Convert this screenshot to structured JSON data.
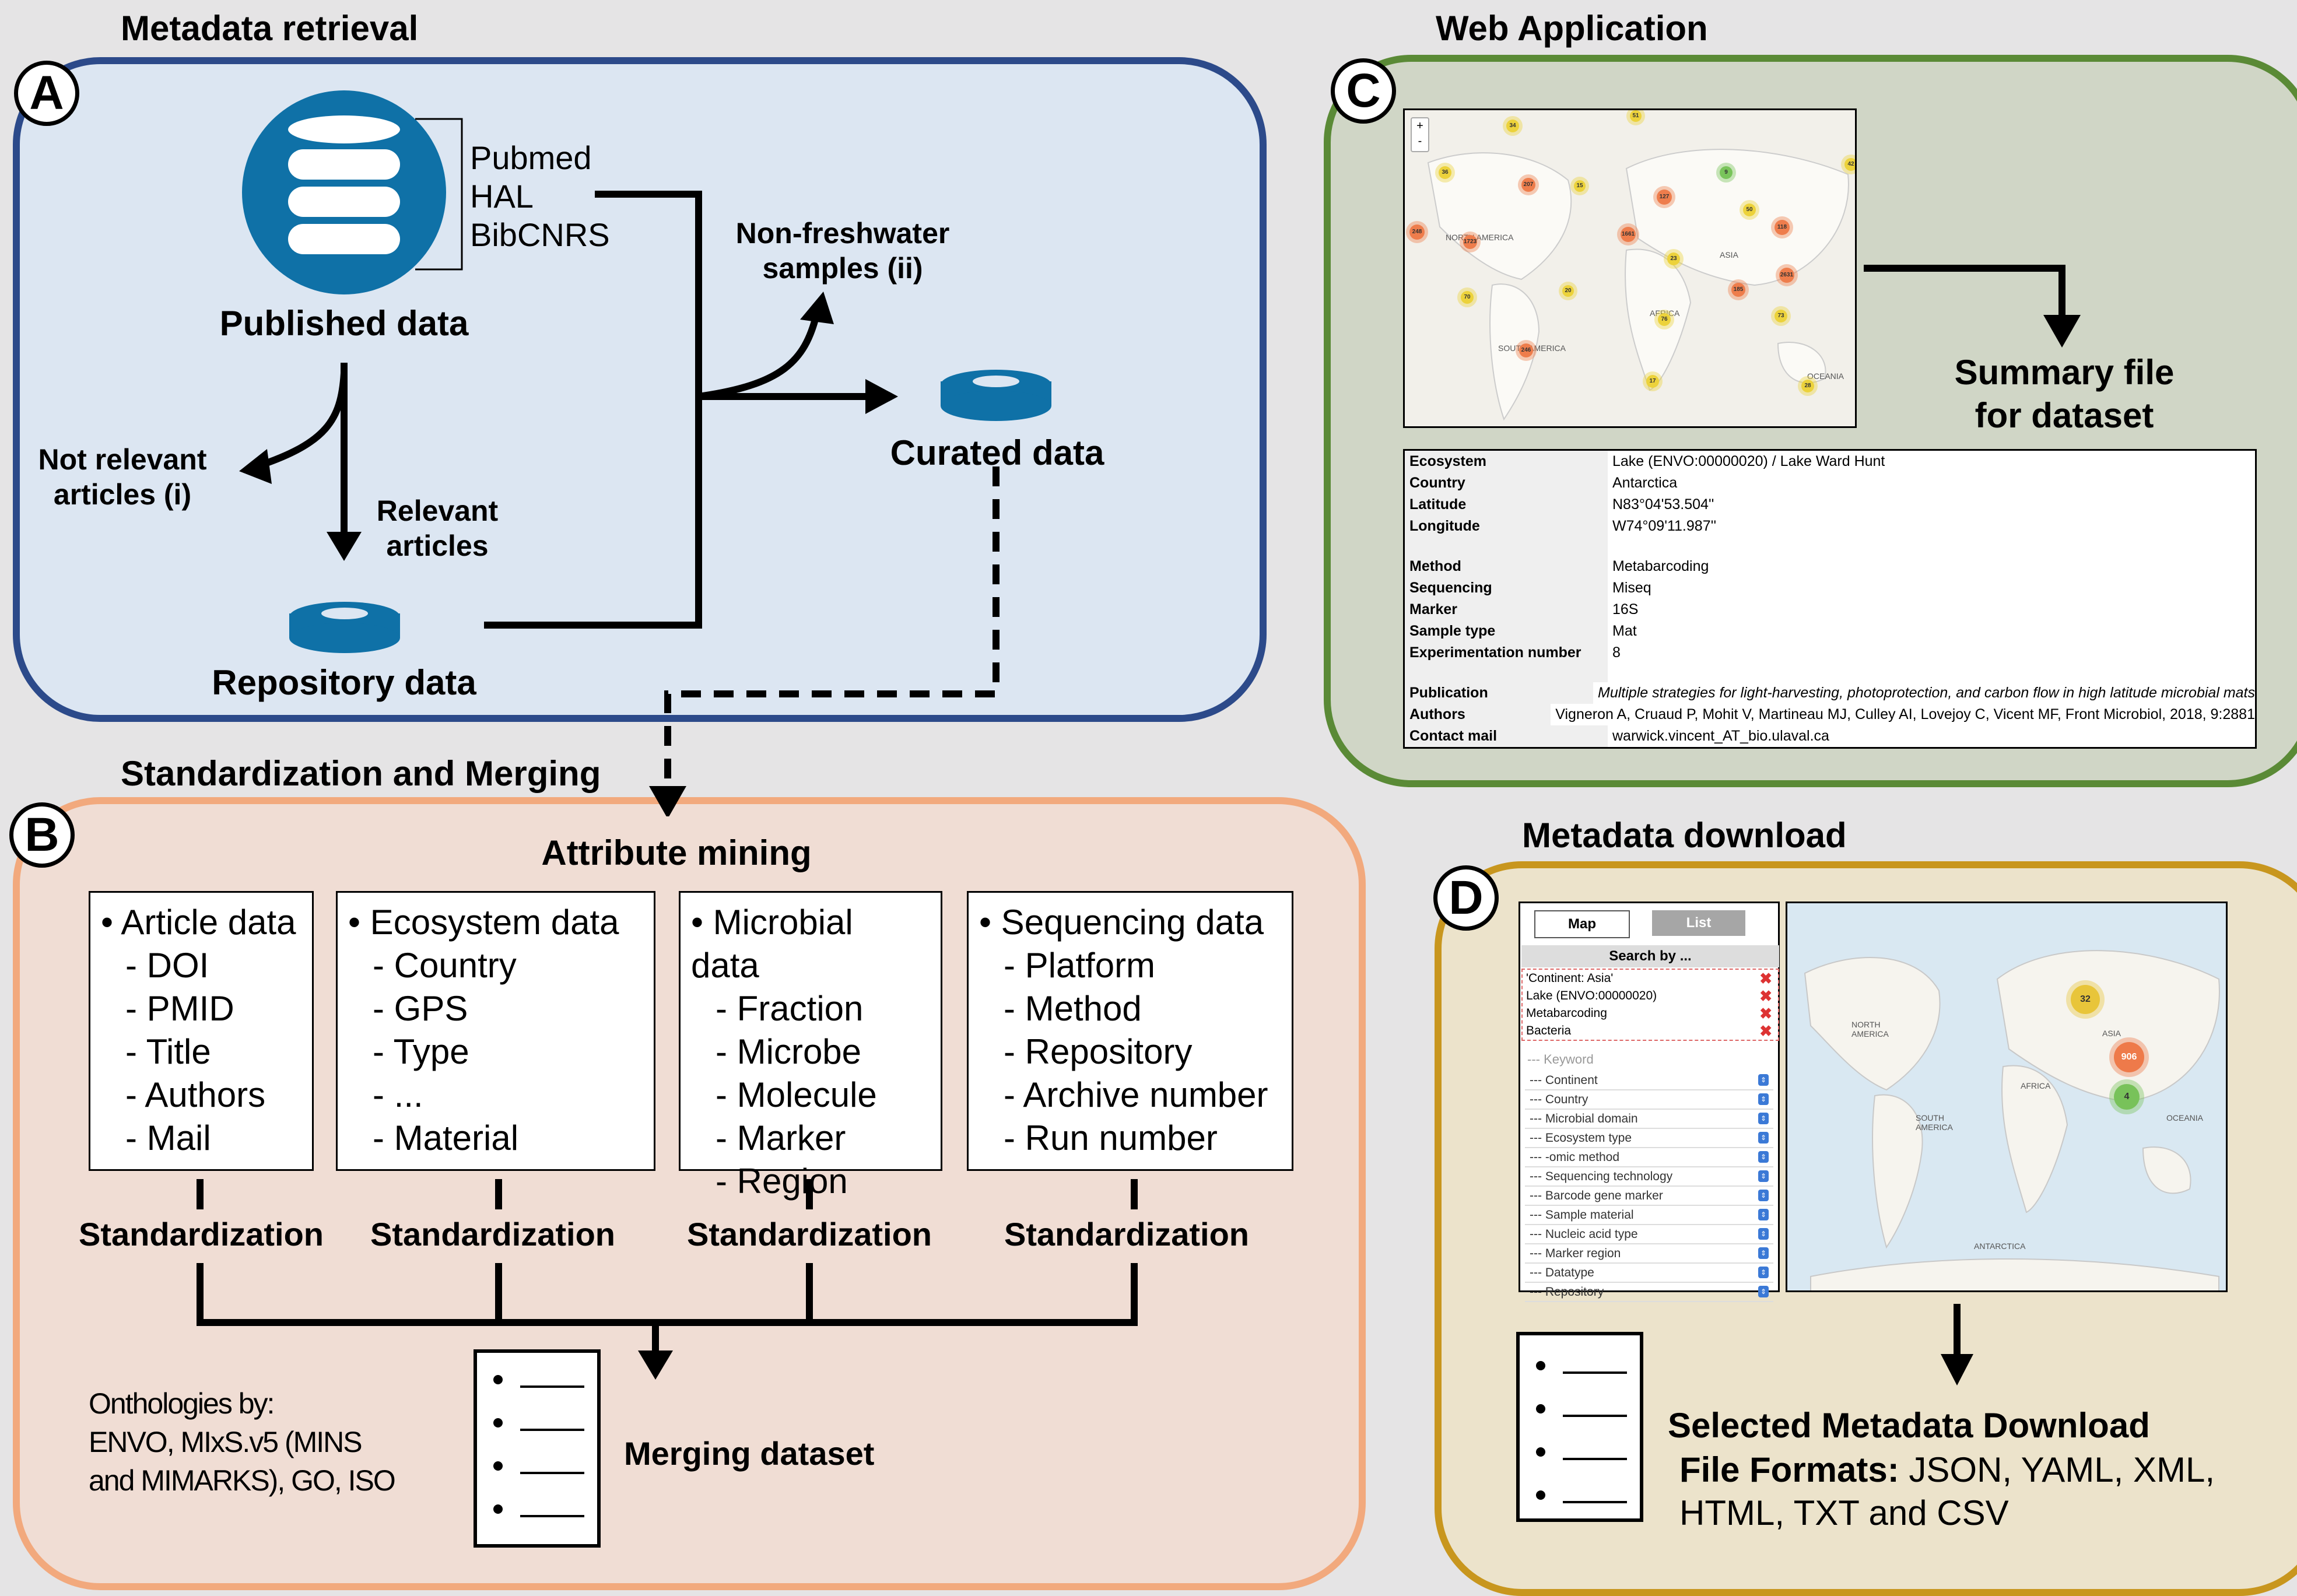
{
  "sections": {
    "a": {
      "title": "Metadata retrieval",
      "badge": "A"
    },
    "b": {
      "title": "Standardization and Merging",
      "badge": "B"
    },
    "c": {
      "title": "Web Application",
      "badge": "C"
    },
    "d": {
      "title": "Metadata download",
      "badge": "D"
    }
  },
  "panel_a": {
    "sources": [
      "Pubmed",
      "HAL",
      "BibCNRS"
    ],
    "published": "Published data",
    "not_relevant": [
      "Not relevant",
      "articles (i)"
    ],
    "relevant": [
      "Relevant",
      "articles"
    ],
    "repository": "Repository data",
    "non_freshwater": [
      "Non-freshwater",
      "samples (ii)"
    ],
    "curated": "Curated data"
  },
  "panel_b": {
    "attribute_mining": "Attribute mining",
    "boxes": [
      {
        "title": "• Article data",
        "items": [
          "- DOI",
          "- PMID",
          "- Title",
          "- Authors",
          "- Mail"
        ]
      },
      {
        "title": "• Ecosystem data",
        "items": [
          "- Country",
          "- GPS",
          "- Type",
          "- ...",
          "- Material"
        ]
      },
      {
        "title": "• Microbial data",
        "items": [
          "- Fraction",
          "- Microbe",
          "- Molecule",
          "- Marker",
          "- Region"
        ]
      },
      {
        "title": "• Sequencing data",
        "items": [
          "- Platform",
          "- Method",
          "- Repository",
          "- Archive number",
          "- Run number"
        ]
      }
    ],
    "standardization": "Standardization",
    "ontologies": [
      "Onthologies by:",
      "ENVO, MIxS.v5 (MINS",
      "and MIMARKS), GO, ISO"
    ],
    "merging": "Merging dataset"
  },
  "panel_c": {
    "summary": [
      "Summary file",
      "for dataset"
    ],
    "map_clusters": [
      "34",
      "51",
      "36",
      "207",
      "15",
      "127",
      "9",
      "42",
      "248",
      "1723",
      "1661",
      "23",
      "50",
      "118",
      "70",
      "20",
      "185",
      "2631",
      "246",
      "76",
      "17",
      "73",
      "28"
    ],
    "map_labels": {
      "north_america": "NORTH AMERICA",
      "africa": "AFRICA",
      "asia": "ASIA",
      "south_america": "SOUTH AMERICA",
      "oceania": "OCEANIA"
    },
    "zoom": {
      "in": "+",
      "out": "-"
    },
    "table": [
      {
        "key": "Ecosystem",
        "value": "Lake (ENVO:00000020) / Lake Ward Hunt"
      },
      {
        "key": "Country",
        "value": "Antarctica"
      },
      {
        "key": "Latitude",
        "value": "N83°04'53.504''"
      },
      {
        "key": "Longitude",
        "value": "W74°09'11.987''"
      },
      {
        "key": "",
        "value": ""
      },
      {
        "key": "Method",
        "value": "Metabarcoding"
      },
      {
        "key": "Sequencing",
        "value": "Miseq"
      },
      {
        "key": "Marker",
        "value": "16S"
      },
      {
        "key": "Sample type",
        "value": "Mat"
      },
      {
        "key": "Experimentation number",
        "value": "8"
      },
      {
        "key": "",
        "value": ""
      },
      {
        "key": "Publication",
        "value": "Multiple strategies for light-harvesting, photoprotection, and carbon flow in high latitude microbial mats"
      },
      {
        "key": "Authors",
        "value": "Vigneron A, Cruaud P, Mohit V, Martineau MJ, Culley AI, Lovejoy C, Vicent MF, Front Microbiol, 2018, 9:2881"
      },
      {
        "key": "Contact mail",
        "value": "warwick.vincent_AT_bio.ulaval.ca"
      }
    ]
  },
  "panel_d": {
    "tab_map": "Map",
    "tab_list": "List",
    "search_by": "Search by ...",
    "filters": [
      "'Continent: Asia'",
      "Lake (ENVO:00000020)",
      "Metabarcoding",
      "Bacteria"
    ],
    "keyword_placeholder": "--- Keyword",
    "dropdowns": [
      "--- Continent",
      "--- Country",
      "--- Microbial domain",
      "--- Ecosystem type",
      "--- -omic method",
      "--- Sequencing technology",
      "--- Barcode gene marker",
      "--- Sample material",
      "--- Nucleic acid type",
      "--- Marker region",
      "--- Datatype",
      "--- Repository"
    ],
    "map_clusters": [
      "32",
      "906",
      "4"
    ],
    "map_labels": {
      "north_america": "NORTH AMERICA",
      "south_america": "SOUTH AMERICA",
      "africa": "AFRICA",
      "asia": "ASIA",
      "oceania": "OCEANIA",
      "antarctica": "ANTARCTICA"
    },
    "download_title": "Selected Metadata Download",
    "file_formats_label": "File Formats:",
    "file_formats_1": "JSON, YAML, XML,",
    "file_formats_2": "HTML, TXT and CSV"
  },
  "colors": {
    "panel_a_fill": "#dce6f2",
    "panel_a_border": "#2c4a8a",
    "panel_b_fill": "#f0ddd4",
    "panel_b_border": "#f2a97d",
    "panel_c_fill": "#d0d6c6",
    "panel_c_border": "#5a8a36",
    "panel_d_fill": "#ece3cb",
    "panel_d_border": "#c8961e",
    "database_blue": "#0f71a7"
  }
}
